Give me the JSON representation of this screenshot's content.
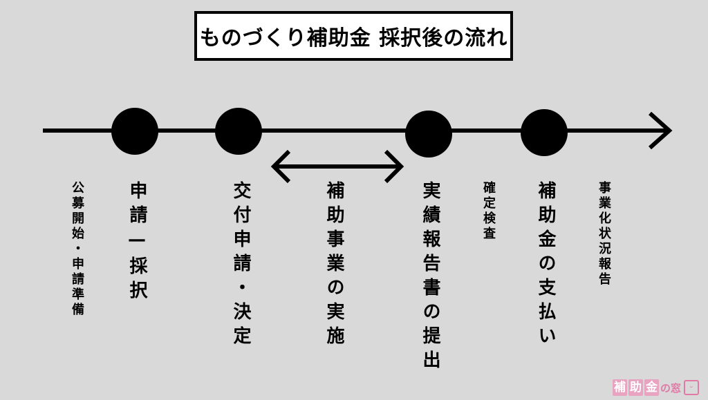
{
  "title": "ものづくり補助金 採択後の流れ",
  "labels": {
    "recruit": "公募開始・申請準備",
    "apply": "申請—採択",
    "grant": "交付申請・決定",
    "project": "補助事業の実施",
    "report": "実績報告書の提出",
    "inspect": "確定検査",
    "payment": "補助金の支払い",
    "status": "事業化状況報告"
  },
  "logo": {
    "chars": [
      "補",
      "助",
      "金"
    ],
    "suffix": "の窓",
    "face": "ᵕ"
  },
  "colors": {
    "background": "#d9d9d9",
    "line": "#000000",
    "logo": "#e07aa5"
  }
}
